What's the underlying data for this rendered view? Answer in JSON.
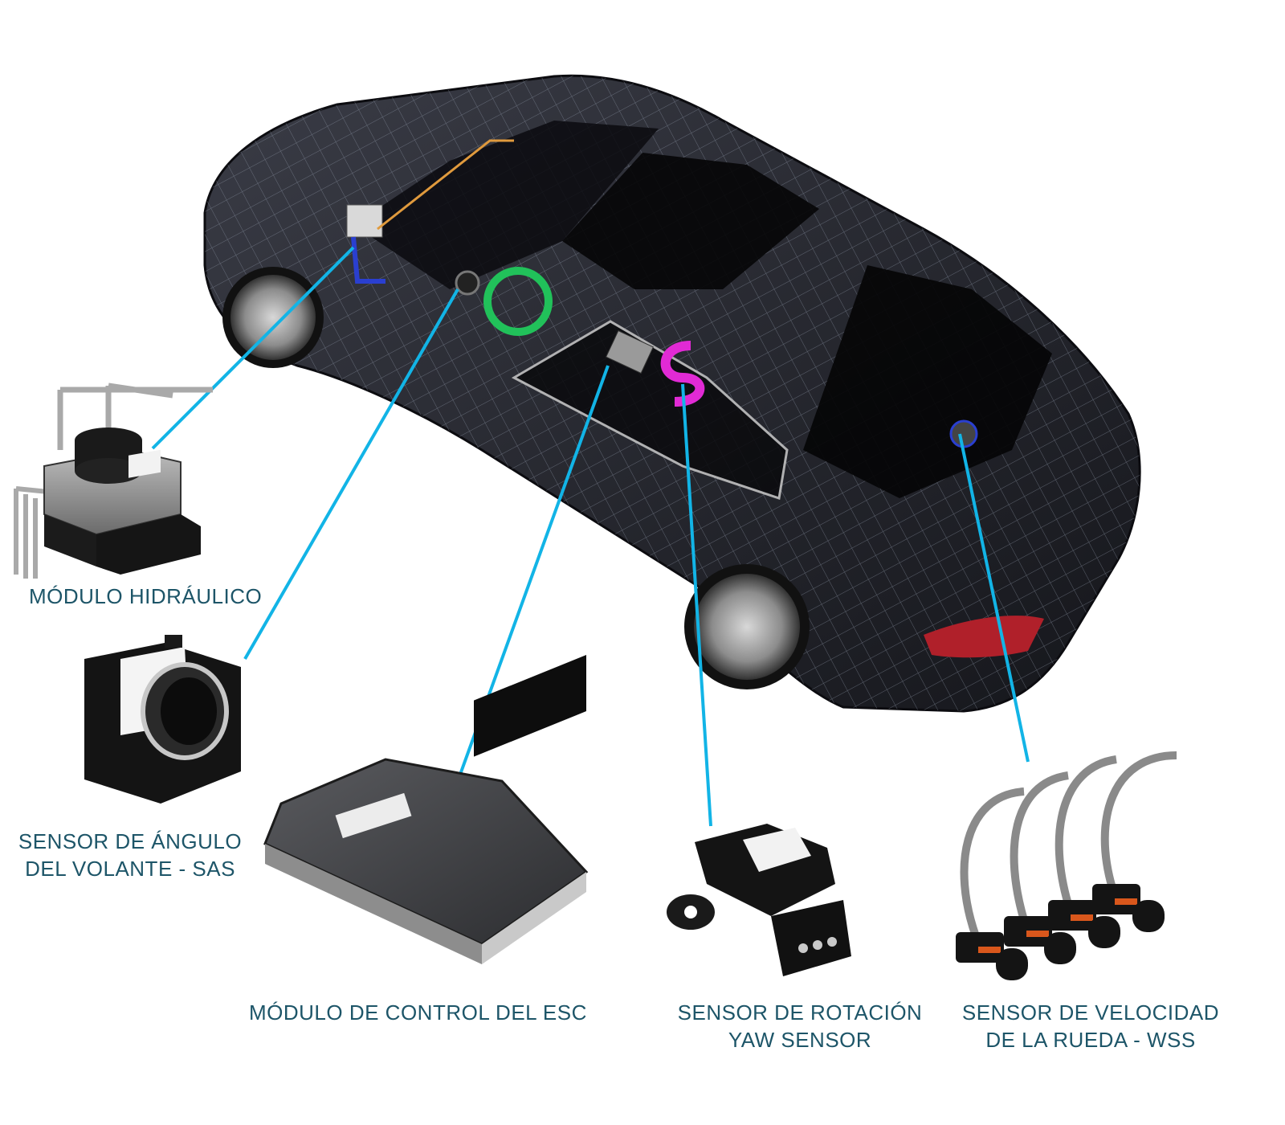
{
  "colors": {
    "label": "#1d5568",
    "connector": "#12b4e6",
    "car_body": "#1f1f25",
    "wireframe": "#8e97a8",
    "accent_green": "#21c15a",
    "accent_magenta": "#e12ad5",
    "accent_orange": "#e09a3d",
    "accent_blue": "#2a3fd0",
    "taillight": "#b0202a"
  },
  "components": [
    {
      "id": "hydraulic-module",
      "lines": [
        "MÓDULO HIDRÁULICO"
      ]
    },
    {
      "id": "steering-angle-sensor",
      "lines": [
        "SENSOR DE ÁNGULO",
        "DEL VOLANTE - SAS"
      ]
    },
    {
      "id": "esc-control-module",
      "lines": [
        "MÓDULO DE CONTROL DEL ESC"
      ]
    },
    {
      "id": "yaw-sensor",
      "lines": [
        "SENSOR DE ROTACIÓN",
        "YAW SENSOR"
      ]
    },
    {
      "id": "wheel-speed-sensor",
      "lines": [
        "SENSOR DE VELOCIDAD",
        "DE LA RUEDA - WSS"
      ]
    }
  ]
}
